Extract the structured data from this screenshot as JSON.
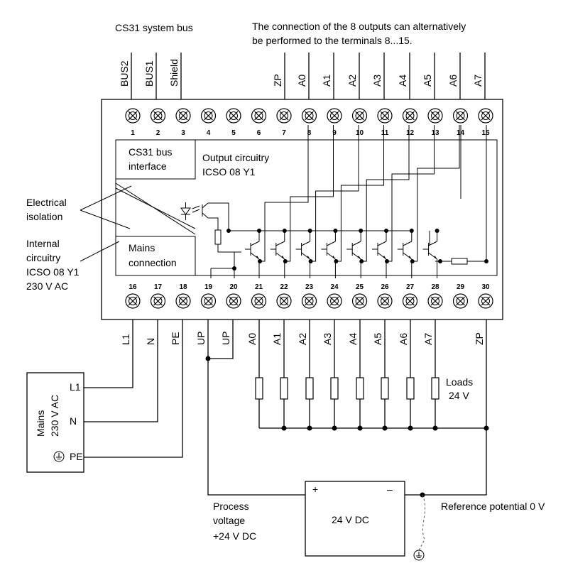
{
  "header": {
    "bus_title": "CS31 system bus",
    "note_line1": "The connection of the 8 outputs can alternatively",
    "note_line2": "be performed to the terminals 8...15."
  },
  "top_labels": [
    "BUS2",
    "BUS1",
    "Shield",
    "ZP",
    "A0",
    "A1",
    "A2",
    "A3",
    "A4",
    "A5",
    "A6",
    "A7"
  ],
  "top_terminal_numbers": [
    "1",
    "2",
    "3",
    "4",
    "5",
    "6",
    "7",
    "8",
    "9",
    "10",
    "11",
    "12",
    "13",
    "14",
    "15"
  ],
  "bottom_terminal_numbers": [
    "16",
    "17",
    "18",
    "19",
    "20",
    "21",
    "22",
    "23",
    "24",
    "25",
    "26",
    "27",
    "28",
    "29",
    "30"
  ],
  "bottom_labels": [
    "L1",
    "N",
    "PE",
    "UP",
    "UP",
    "A0",
    "A1",
    "A2",
    "A3",
    "A4",
    "A5",
    "A6",
    "A7",
    "ZP"
  ],
  "blocks": {
    "bus_interface_line1": "CS31 bus",
    "bus_interface_line2": "interface",
    "output_line1": "Output circuitry",
    "output_line2": "ICSO 08 Y1",
    "mains_line1": "Mains",
    "mains_line2": "connection"
  },
  "side_notes": {
    "isolation_line1": "Electrical",
    "isolation_line2": "isolation",
    "internal_line1": "Internal",
    "internal_line2": "circuitry",
    "internal_line3": "ICSO 08 Y1",
    "internal_line4": "230 V AC"
  },
  "mains_box": {
    "title_line1": "Mains",
    "title_line2": "230 V AC",
    "l1": "L1",
    "n": "N",
    "pe": "PE"
  },
  "loads": {
    "line1": "Loads",
    "line2": "24 V"
  },
  "supply": {
    "label": "24 V DC",
    "plus": "+",
    "minus": "–",
    "process_line1": "Process",
    "process_line2": "voltage",
    "process_line3": "+24 V DC",
    "reference": "Reference potential 0 V"
  },
  "icons": [
    "screw-terminal-icon",
    "earth-ground-icon",
    "optocoupler-icon",
    "transistor-icon",
    "resistor-icon"
  ]
}
